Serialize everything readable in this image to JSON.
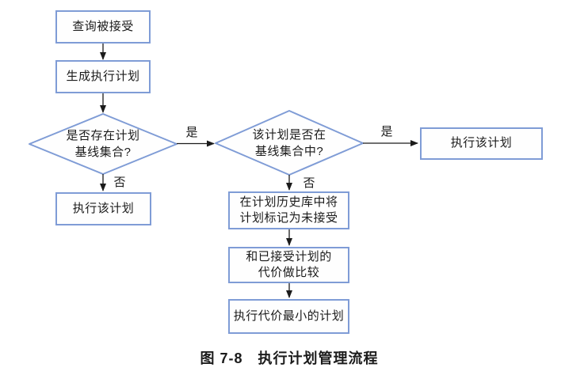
{
  "figure": {
    "caption": "图 7-8　执行计划管理流程"
  },
  "colors": {
    "node_border": "#7f9cd6",
    "line": "#1b1b1b",
    "text": "#1b1b1b",
    "background": "#ffffff"
  },
  "nodes": {
    "query_accepted": {
      "type": "process",
      "label": "查询被接受"
    },
    "generate_plan": {
      "type": "process",
      "label": "生成执行计划"
    },
    "baseline_set_exists": {
      "type": "decision",
      "label": "是否存在计划\n基线集合?"
    },
    "execute_plan_left": {
      "type": "process",
      "label": "执行该计划"
    },
    "plan_in_baseline": {
      "type": "decision",
      "label": "该计划是否在\n基线集合中?"
    },
    "execute_plan_right": {
      "type": "process",
      "label": "执行该计划"
    },
    "mark_not_accepted": {
      "type": "process",
      "label": "在计划历史库中将\n计划标记为未接受"
    },
    "compare_cost": {
      "type": "process",
      "label": "和已接受计划的\n代价做比较"
    },
    "execute_min_cost": {
      "type": "process",
      "label": "执行代价最小的计划"
    }
  },
  "edge_labels": {
    "baseline_exists_yes": "是",
    "baseline_exists_no": "否",
    "in_baseline_yes": "是",
    "in_baseline_no": "否"
  }
}
